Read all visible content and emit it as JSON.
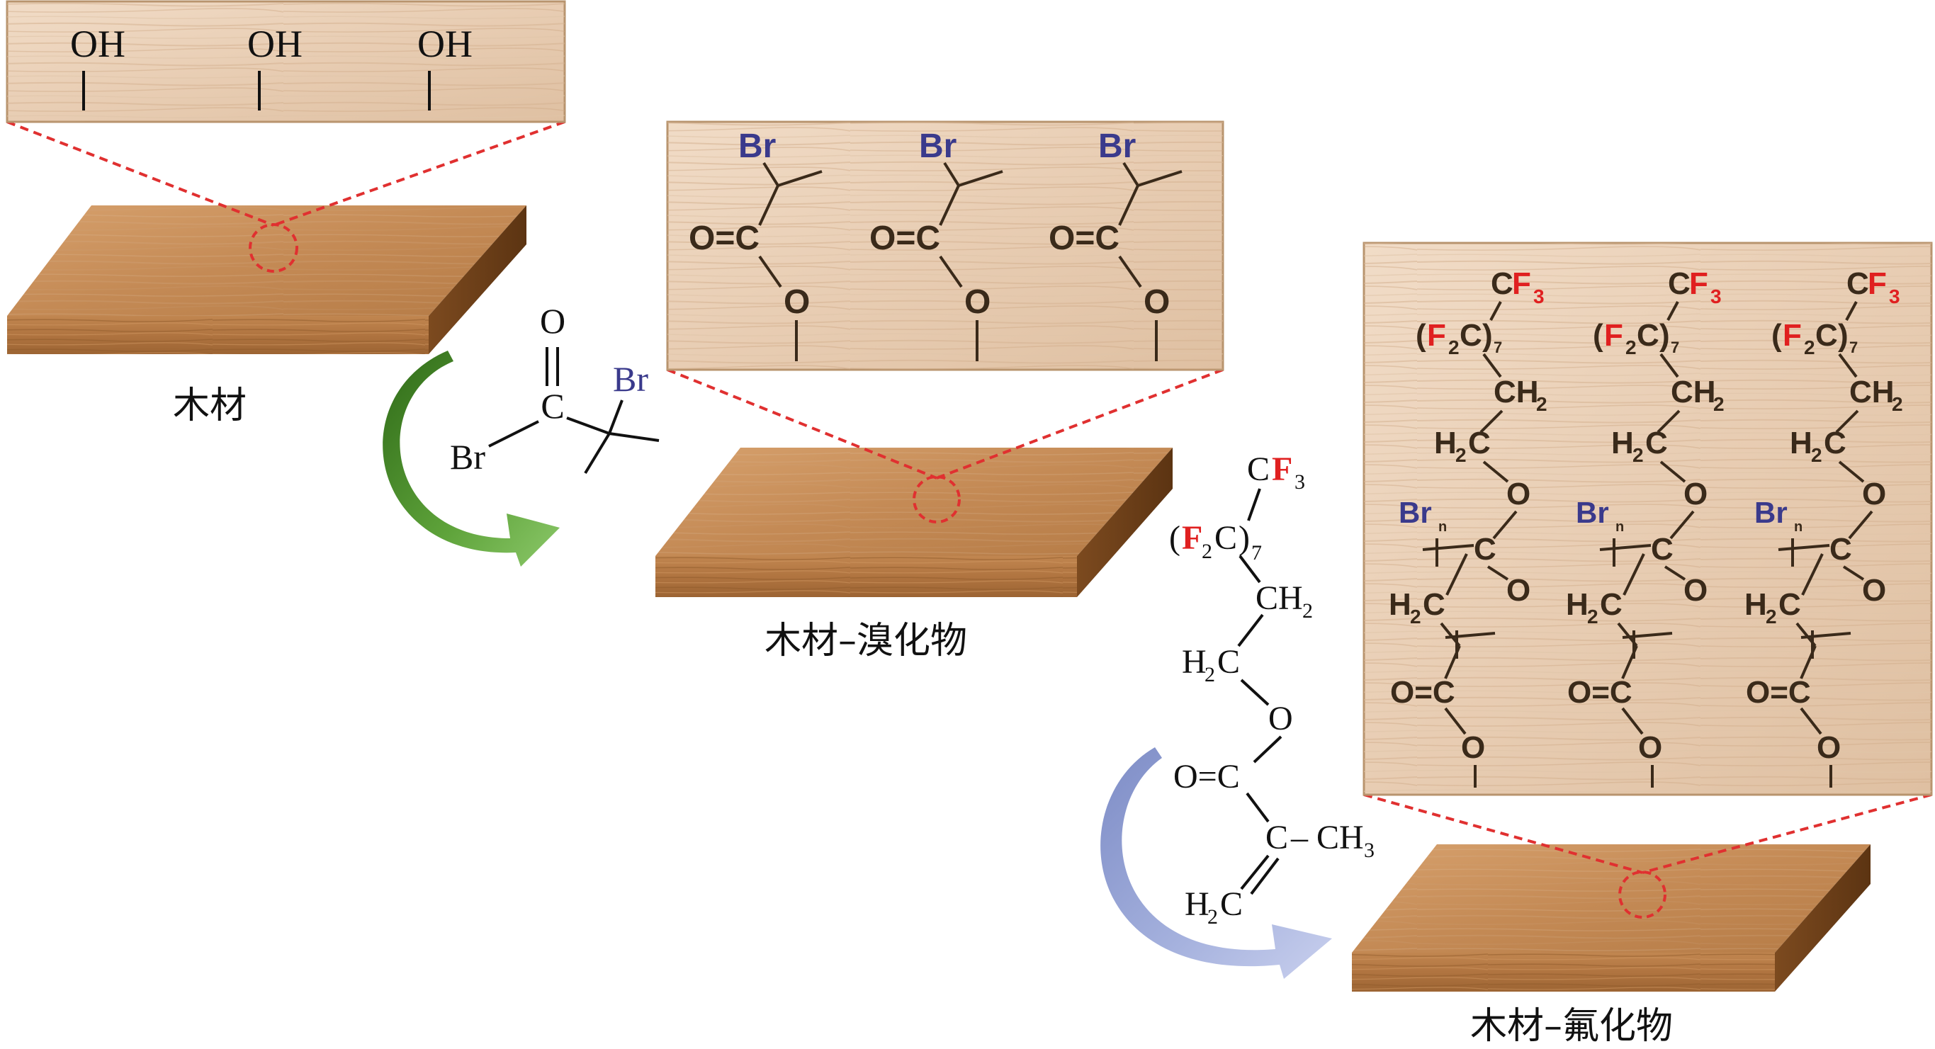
{
  "labels": {
    "wood": "木材",
    "wood_bromide": "木材–溴化物",
    "wood_fluoride": "木材–氟化物"
  },
  "panel1": {
    "groups": [
      "OH",
      "OH",
      "OH"
    ]
  },
  "panel2": {
    "unit": {
      "br": "Br",
      "carbonyl": "O=C",
      "ester_o": "O"
    }
  },
  "panel3": {
    "unit": {
      "cf3_c": "C",
      "cf3_f": "F",
      "cf3_3": "3",
      "paren_open": "(",
      "f2c_f": "F",
      "f2c_2": "2",
      "f2c_c": "C",
      "paren_close": ")",
      "f2c_7": "7",
      "ch2": "CH",
      "ch2_2": "2",
      "h2c_h": "H",
      "h2c_2": "2",
      "h2c_c": "C",
      "o1": "O",
      "br": "Br",
      "n": "n",
      "c1": "C",
      "o2": "O",
      "h2c2_h": "H",
      "h2c2_2": "2",
      "h2c2_c": "C",
      "carbonyl": "O=C",
      "o3": "O"
    }
  },
  "reagent1": {
    "o": "O",
    "c": "C",
    "br_left": "Br",
    "br_right": "Br"
  },
  "reagent2": {
    "cf3_c": "C",
    "cf3_f": "F",
    "cf3_3": "3",
    "paren_open": "(",
    "f2c_f": "F",
    "f2c_2": "2",
    "f2c_c": "C",
    "paren_close": ")",
    "f2c_7": "7",
    "ch2": "CH",
    "ch2_2": "2",
    "h2c_h": "H",
    "h2c_2": "2",
    "h2c_c": "C",
    "o": "O",
    "carbonyl": "O=C",
    "c": "C",
    "ch3": "CH",
    "ch3_3": "3",
    "dash": "–",
    "h2c2_h": "H",
    "h2c2_2": "2",
    "h2c2_c": "C"
  },
  "colors": {
    "wood_top": "#c9915f",
    "wood_side": "#8a5628",
    "wood_front": "#b27a44",
    "panel_bg": "#ebd4bf",
    "panel_border": "#b8946e",
    "dashed_red": "#e03030",
    "br_blue": "#3a3a8c",
    "f_red": "#e02020",
    "arrow_green": "#4f8f2c",
    "arrow_blue": "#8e9cd0"
  }
}
